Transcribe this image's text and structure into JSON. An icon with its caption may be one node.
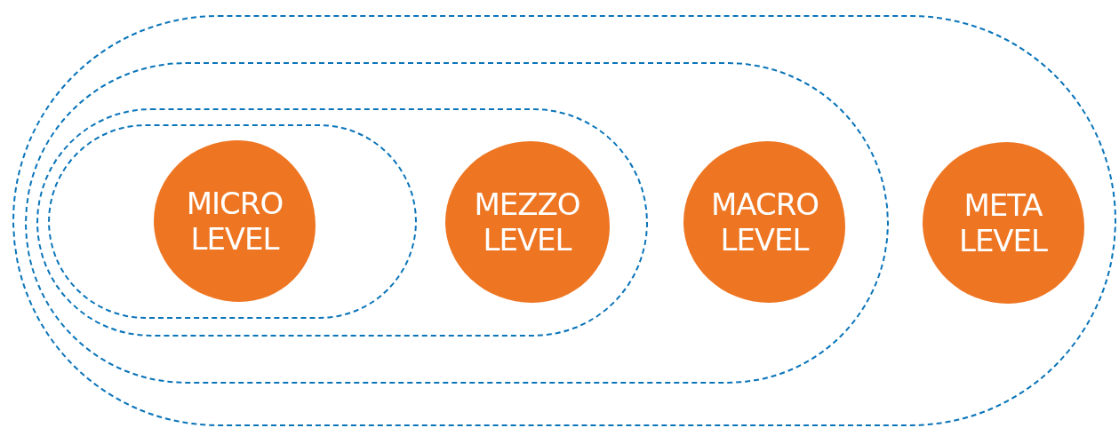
{
  "diagram": {
    "nodes": [
      {
        "text": [],
        "shape": "stadium"
      },
      {
        "text": [],
        "shape": "stadium",
        "in": 0
      },
      {
        "text": [],
        "shape": "stadium",
        "in": 1
      },
      {
        "text": [],
        "shape": "stadium",
        "in": 2
      },
      {
        "text": [
          "MICRO LEVEL"
        ],
        "in": 3
      },
      {
        "text": [
          "MEZZO LEVEL"
        ],
        "in": 2
      },
      {
        "text": [
          "MACRO LEVEL"
        ],
        "in": 1
      },
      {
        "text": [
          "META LEVEL"
        ],
        "in": 0
      }
    ]
  }
}
